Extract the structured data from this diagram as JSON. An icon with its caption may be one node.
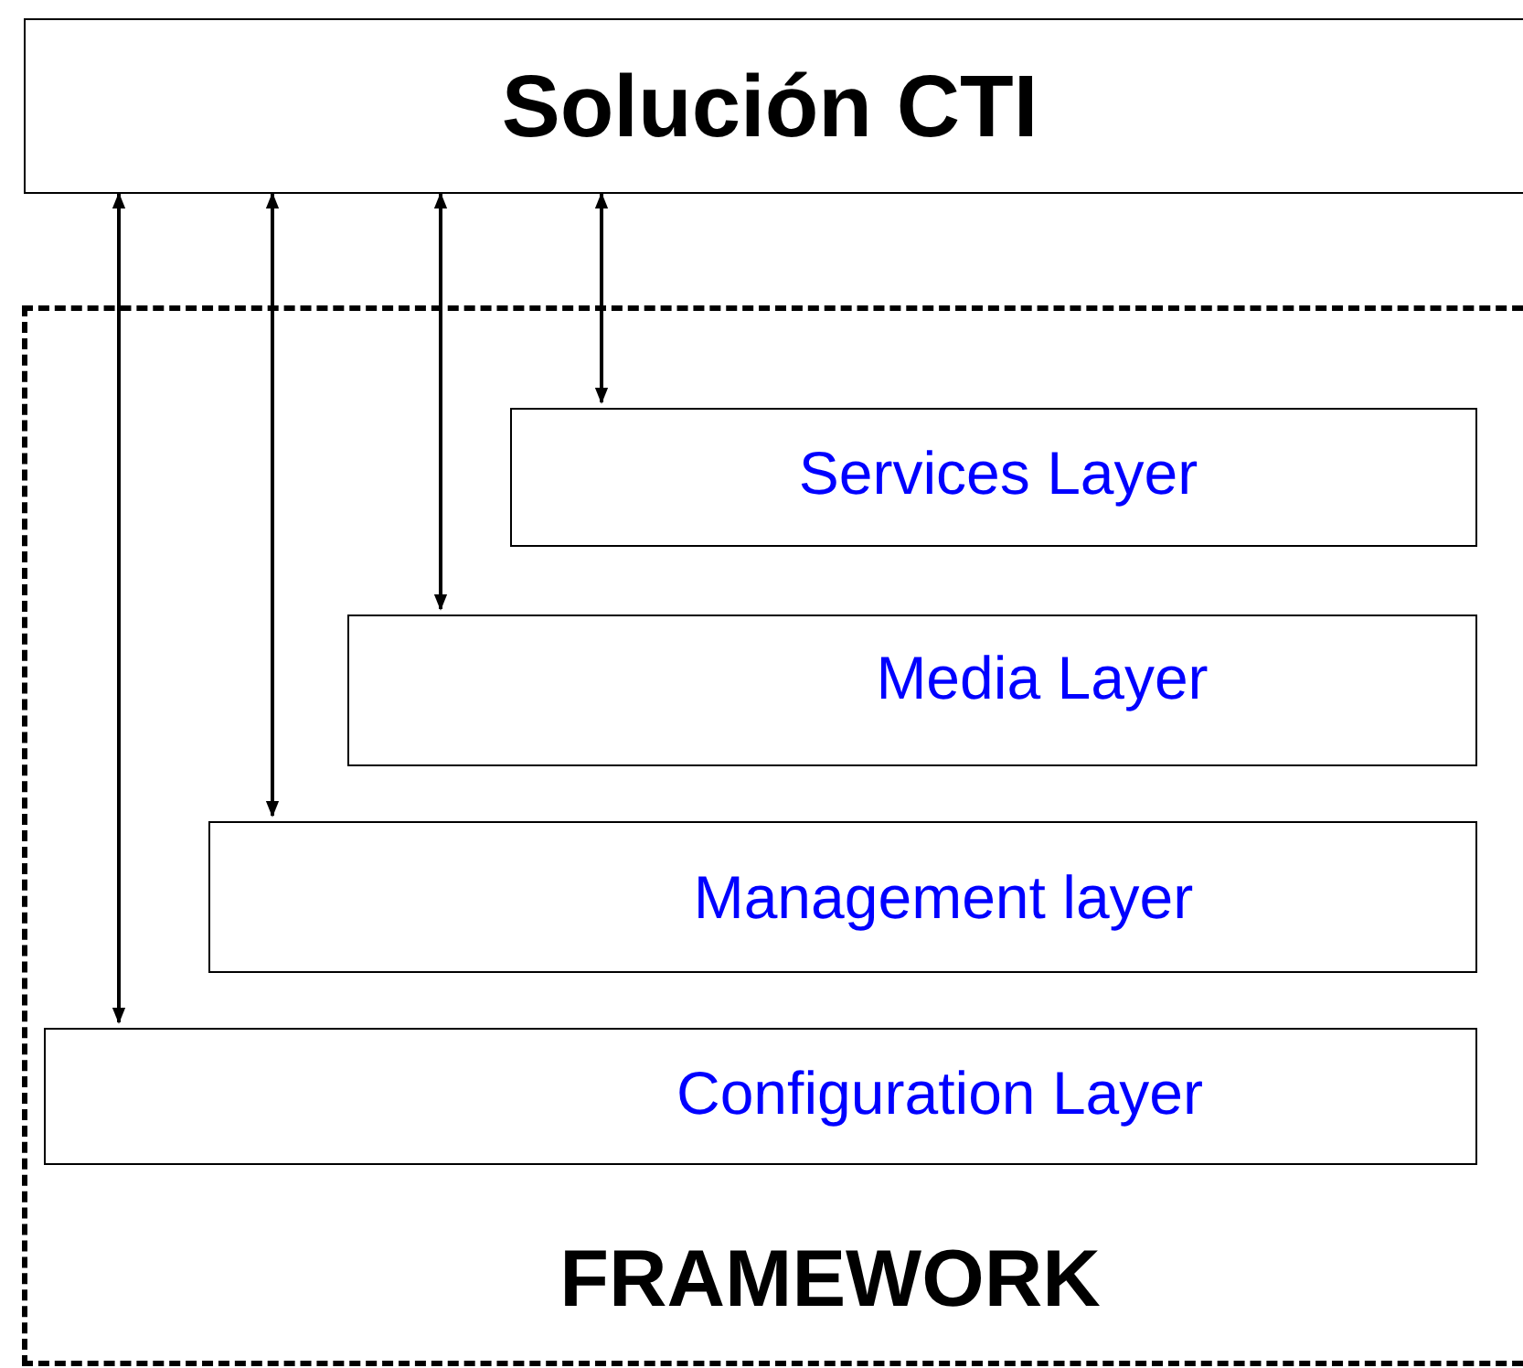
{
  "diagram": {
    "nodes": [
      {
        "text": [
          "Solución CTI"
        ]
      },
      {
        "text": [
          "FRAMEWORK"
        ]
      },
      {
        "text": [
          "Services Layer"
        ],
        "in": 1
      },
      {
        "text": [
          "Media Layer"
        ],
        "in": 1
      },
      {
        "text": [
          "Management layer"
        ],
        "in": 1
      },
      {
        "text": [
          "Configuration Layer"
        ],
        "in": 1
      }
    ],
    "edges": [
      {
        "from": 0,
        "to": 2,
        "arrow": "both"
      },
      {
        "from": 0,
        "to": 3,
        "arrow": "both"
      },
      {
        "from": 0,
        "to": 4,
        "arrow": "both"
      },
      {
        "from": 0,
        "to": 5,
        "arrow": "both"
      }
    ]
  }
}
